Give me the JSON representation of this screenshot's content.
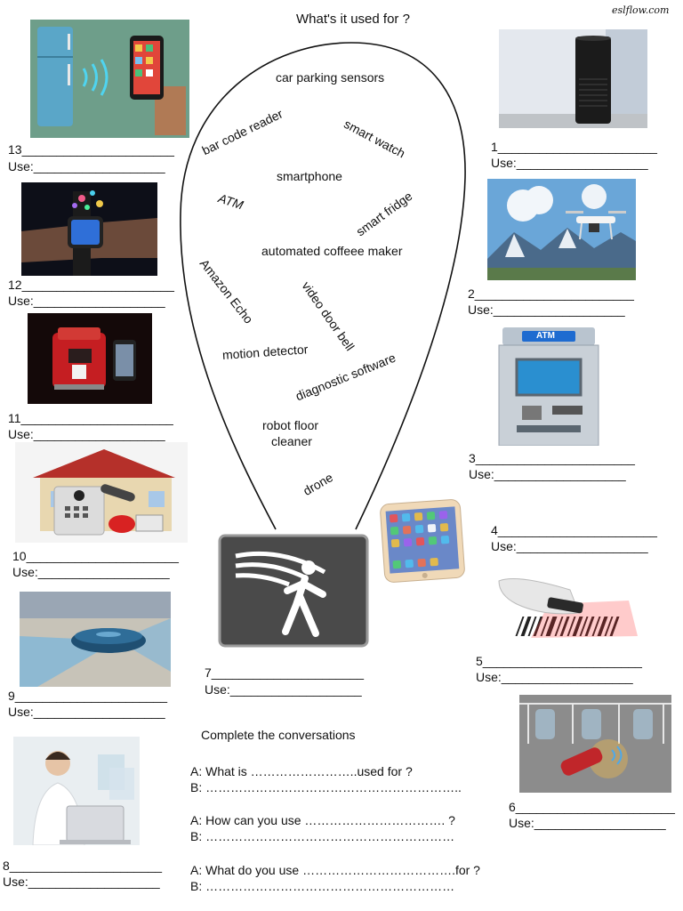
{
  "header": {
    "title": "What's it used for ?",
    "brand": "eslflow.com"
  },
  "balloon_words": [
    "car parking sensors",
    "bar code  reader",
    "smart watch",
    "smartphone",
    "ATM",
    "smart fridge",
    "automated coffeee maker",
    "Amazon Echo",
    "video door bell",
    "motion detector",
    "diagnostic software",
    "robot floor",
    "cleaner",
    "drone"
  ],
  "items": [
    {
      "num": "1",
      "line": "1_______________________",
      "use": "Use:___________________"
    },
    {
      "num": "2",
      "line": "2_______________________",
      "use": "Use:___________________"
    },
    {
      "num": "3",
      "line": "3_______________________",
      "use": "Use:___________________"
    },
    {
      "num": "4",
      "line": "4_______________________",
      "use": "Use:___________________"
    },
    {
      "num": "5",
      "line": "5_______________________",
      "use": "Use:___________________"
    },
    {
      "num": "6",
      "line": "6_______________________",
      "use": "Use:___________________"
    },
    {
      "num": "7",
      "line": "7______________________",
      "use": "Use:___________________"
    },
    {
      "num": "8",
      "line": "8______________________",
      "use": "Use:___________________"
    },
    {
      "num": "9",
      "line": "9______________________",
      "use": "Use:___________________"
    },
    {
      "num": "10",
      "line": "10______________________",
      "use": "Use:___________________"
    },
    {
      "num": "11",
      "line": "11______________________",
      "use": "Use:___________________"
    },
    {
      "num": "12",
      "line": "12______________________",
      "use": "Use:___________________"
    },
    {
      "num": "13",
      "line": "13______________________",
      "use": "Use:___________________"
    }
  ],
  "conversations": {
    "title": "Complete the conversations",
    "lines": [
      "A: What is ……………………..used for ?",
      "B: ……………………………………………………..",
      "A: How can you use ……………………………. ?",
      "B: ……………………………………………………",
      "A: What  do you use ……………………………….for ?",
      "B: ……………………………………………………"
    ]
  },
  "image_labels": {
    "atm_sign": "ATM"
  },
  "colors": {
    "fridge_bg": "#6e9e8a",
    "fridge": "#5aa6c8",
    "sky": "#6aa6d8",
    "atm_screen": "#2a8fd0",
    "motion_bg": "#4a4a4a",
    "parking_floor": "#8c8c8c",
    "car_red": "#c0262a"
  }
}
